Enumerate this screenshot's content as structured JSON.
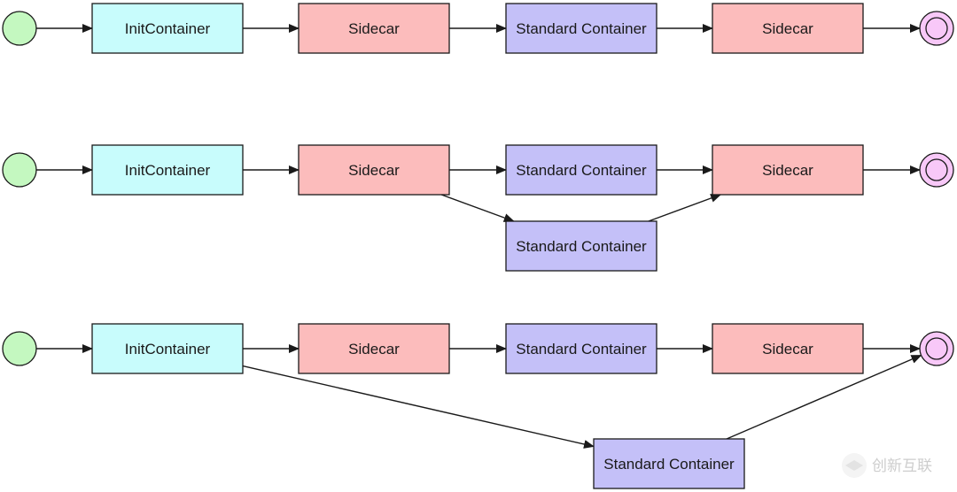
{
  "colors": {
    "init": "#c8fcfc",
    "sidecar": "#fcbcbc",
    "standard": "#c4c0f8",
    "start": "#c4f8c0",
    "end": "#f8c8f8",
    "stroke": "#1a1a1a"
  },
  "rows": [
    {
      "nodes": [
        {
          "id": "start",
          "kind": "start"
        },
        {
          "id": "init",
          "kind": "init",
          "label": "InitContainer"
        },
        {
          "id": "sidecar1",
          "kind": "sidecar",
          "label": "Sidecar"
        },
        {
          "id": "std1",
          "kind": "standard",
          "label": "Standard Container"
        },
        {
          "id": "sidecar2",
          "kind": "sidecar",
          "label": "Sidecar"
        },
        {
          "id": "end",
          "kind": "end"
        }
      ],
      "edges": [
        [
          "start",
          "init"
        ],
        [
          "init",
          "sidecar1"
        ],
        [
          "sidecar1",
          "std1"
        ],
        [
          "std1",
          "sidecar2"
        ],
        [
          "sidecar2",
          "end"
        ]
      ]
    },
    {
      "nodes": [
        {
          "id": "start",
          "kind": "start"
        },
        {
          "id": "init",
          "kind": "init",
          "label": "InitContainer"
        },
        {
          "id": "sidecar1",
          "kind": "sidecar",
          "label": "Sidecar"
        },
        {
          "id": "std1",
          "kind": "standard",
          "label": "Standard Container"
        },
        {
          "id": "std2",
          "kind": "standard",
          "label": "Standard Container"
        },
        {
          "id": "sidecar2",
          "kind": "sidecar",
          "label": "Sidecar"
        },
        {
          "id": "end",
          "kind": "end"
        }
      ],
      "edges": [
        [
          "start",
          "init"
        ],
        [
          "init",
          "sidecar1"
        ],
        [
          "sidecar1",
          "std1"
        ],
        [
          "sidecar1",
          "std2"
        ],
        [
          "std1",
          "sidecar2"
        ],
        [
          "std2",
          "sidecar2"
        ],
        [
          "sidecar2",
          "end"
        ]
      ]
    },
    {
      "nodes": [
        {
          "id": "start",
          "kind": "start"
        },
        {
          "id": "init",
          "kind": "init",
          "label": "InitContainer"
        },
        {
          "id": "sidecar1",
          "kind": "sidecar",
          "label": "Sidecar"
        },
        {
          "id": "std1",
          "kind": "standard",
          "label": "Standard Container"
        },
        {
          "id": "sidecar2",
          "kind": "sidecar",
          "label": "Sidecar"
        },
        {
          "id": "std2",
          "kind": "standard",
          "label": "Standard Container"
        },
        {
          "id": "end",
          "kind": "end"
        }
      ],
      "edges": [
        [
          "start",
          "init"
        ],
        [
          "init",
          "sidecar1"
        ],
        [
          "sidecar1",
          "std1"
        ],
        [
          "std1",
          "sidecar2"
        ],
        [
          "sidecar2",
          "end"
        ],
        [
          "init",
          "std2"
        ],
        [
          "std2",
          "end"
        ]
      ]
    }
  ],
  "watermark": {
    "text": "创新互联"
  }
}
